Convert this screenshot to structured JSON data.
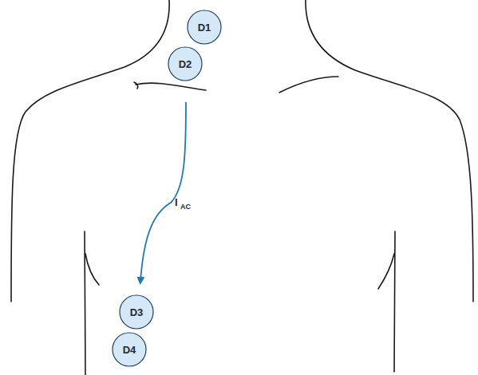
{
  "diagram": {
    "nodes": [
      {
        "text": [
          "D1"
        ]
      },
      {
        "text": [
          "D2"
        ]
      },
      {
        "text": [
          "D3"
        ]
      },
      {
        "text": [
          "D4"
        ]
      }
    ],
    "labels": [
      "I",
      "AC"
    ]
  }
}
